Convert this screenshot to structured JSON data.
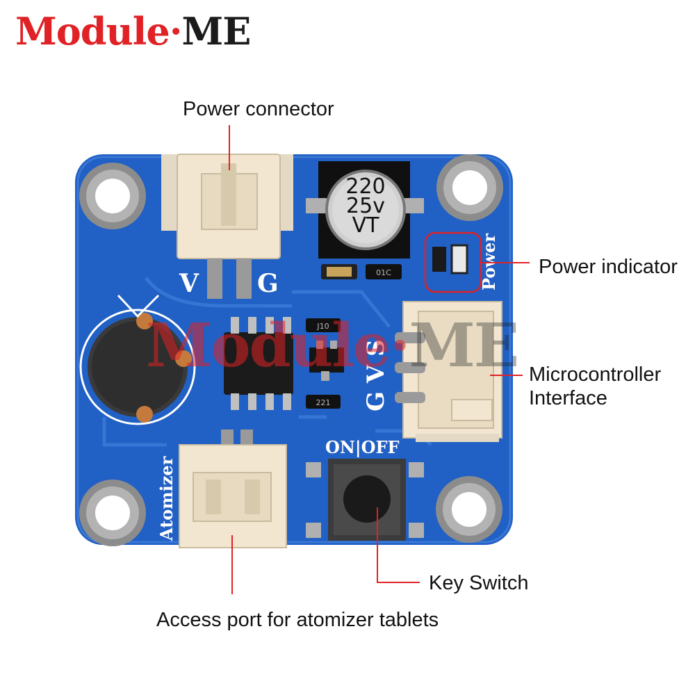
{
  "brand": {
    "left": "Module",
    "dot": "·",
    "right": "ME"
  },
  "watermark": {
    "left": "Module",
    "dot": "·",
    "right": "ME"
  },
  "board": {
    "silk_v": "V",
    "silk_g": "G",
    "silk_power": "Power",
    "silk_gvs": "G V S",
    "silk_onoff": "ON|OFF",
    "silk_atomizer": "Atomizer",
    "cap_line1": "220",
    "cap_line2": "25v",
    "cap_line3": "VT",
    "res_1": "J10",
    "res_2": "221",
    "res_3": "01C"
  },
  "callouts": {
    "power_connector": "Power connector",
    "power_indicator": "Power indicator",
    "mcu_interface_line1": "Microcontroller",
    "mcu_interface_line2": "Interface",
    "key_switch": "Key Switch",
    "atomizer_port": "Access port for atomizer tablets"
  },
  "colors": {
    "pcb": "#2160c4",
    "accent_red": "#e02226",
    "connector": "#f2e6d0"
  }
}
